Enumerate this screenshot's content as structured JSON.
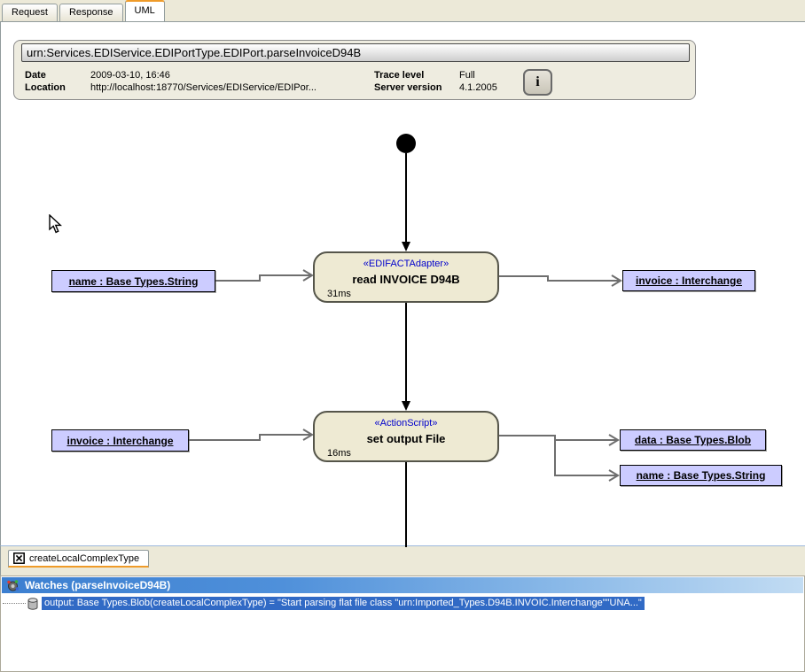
{
  "tabs": {
    "items": [
      {
        "label": "Request",
        "active": false
      },
      {
        "label": "Response",
        "active": false
      },
      {
        "label": "UML",
        "active": true
      }
    ]
  },
  "header": {
    "title": "urn:Services.EDIService.EDIPortType.EDIPort.parseInvoiceD94B",
    "date_label": "Date",
    "date_value": "2009-03-10, 16:46",
    "location_label": "Location",
    "location_value": "http://localhost:18770/Services/EDIService/EDIPor...",
    "trace_label": "Trace level",
    "trace_value": "Full",
    "server_label": "Server version",
    "server_value": "4.1.2005",
    "info_button_label": "i"
  },
  "diagram": {
    "activities": [
      {
        "stereotype": "«EDIFACTAdapter»",
        "name": "read INVOICE D94B",
        "duration": "31ms"
      },
      {
        "stereotype": "«ActionScript»",
        "name": "set output File",
        "duration": "16ms"
      }
    ],
    "params": [
      {
        "label": "name : Base Types.String"
      },
      {
        "label": "invoice : Interchange"
      },
      {
        "label": "invoice : Interchange"
      },
      {
        "label": "data : Base Types.Blob"
      },
      {
        "label": "name : Base Types.String"
      }
    ]
  },
  "bottom_tab": {
    "label": "createLocalComplexType"
  },
  "watches": {
    "title": "Watches (parseInvoiceD94B)",
    "items": [
      {
        "text": "output: Base Types.Blob(createLocalComplexType) = \"Start parsing flat file class \"urn:Imported_Types.D94B.INVOIC.Interchange\"\"UNA...\""
      }
    ]
  },
  "colors": {
    "activity_fill": "#eeead3",
    "param_fill": "#ccccff",
    "stereotype_blue": "#0000cc",
    "selection_blue": "#316ac5",
    "tab_accent_orange": "#ef9b29",
    "watches_header_blue": "#3c7fd0",
    "panel_background": "#ece9d8"
  }
}
